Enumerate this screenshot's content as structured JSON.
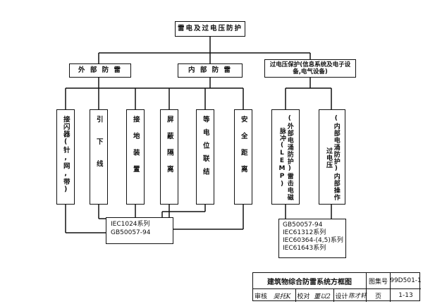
{
  "root": {
    "label": "雷电及过电压防护"
  },
  "groups": {
    "external": {
      "label": "外 部 防 雷"
    },
    "internal": {
      "label": "内 部 防 雷"
    },
    "overvoltage": {
      "label": "过电压保护(信息系统及电子设备,电气设备)"
    }
  },
  "leaves": {
    "air_terminal": "接闪器(针,网,带)",
    "down_conductor": "引下线",
    "grounding": "接地装置",
    "shielding": "屏蔽隔离",
    "equipotential": "等电位联结",
    "safe_distance": "安全距离",
    "lemp_protection": "(外部电涌防护)雷击电磁脉冲(LEMP)",
    "internal_surge": "(内部电涌防护)内部操作过电压"
  },
  "standards": {
    "left": [
      "IEC1024系列",
      "GB50057-94"
    ],
    "right": [
      "GB50057-94",
      "IEC61312系列",
      "IEC60364-(4,5)系列",
      "IEC61643系列"
    ]
  },
  "title_block": {
    "title": "建筑物综合防雷系统方框图",
    "atlas_label": "图集号",
    "atlas_no": "99D501-1",
    "review_label": "审核",
    "review_sig": "吴托K",
    "check_label": "校对",
    "check_sig": "董以2",
    "design_label": "设计",
    "design_sig": "陈才轩",
    "page_label": "页",
    "page_no": "1-13"
  }
}
